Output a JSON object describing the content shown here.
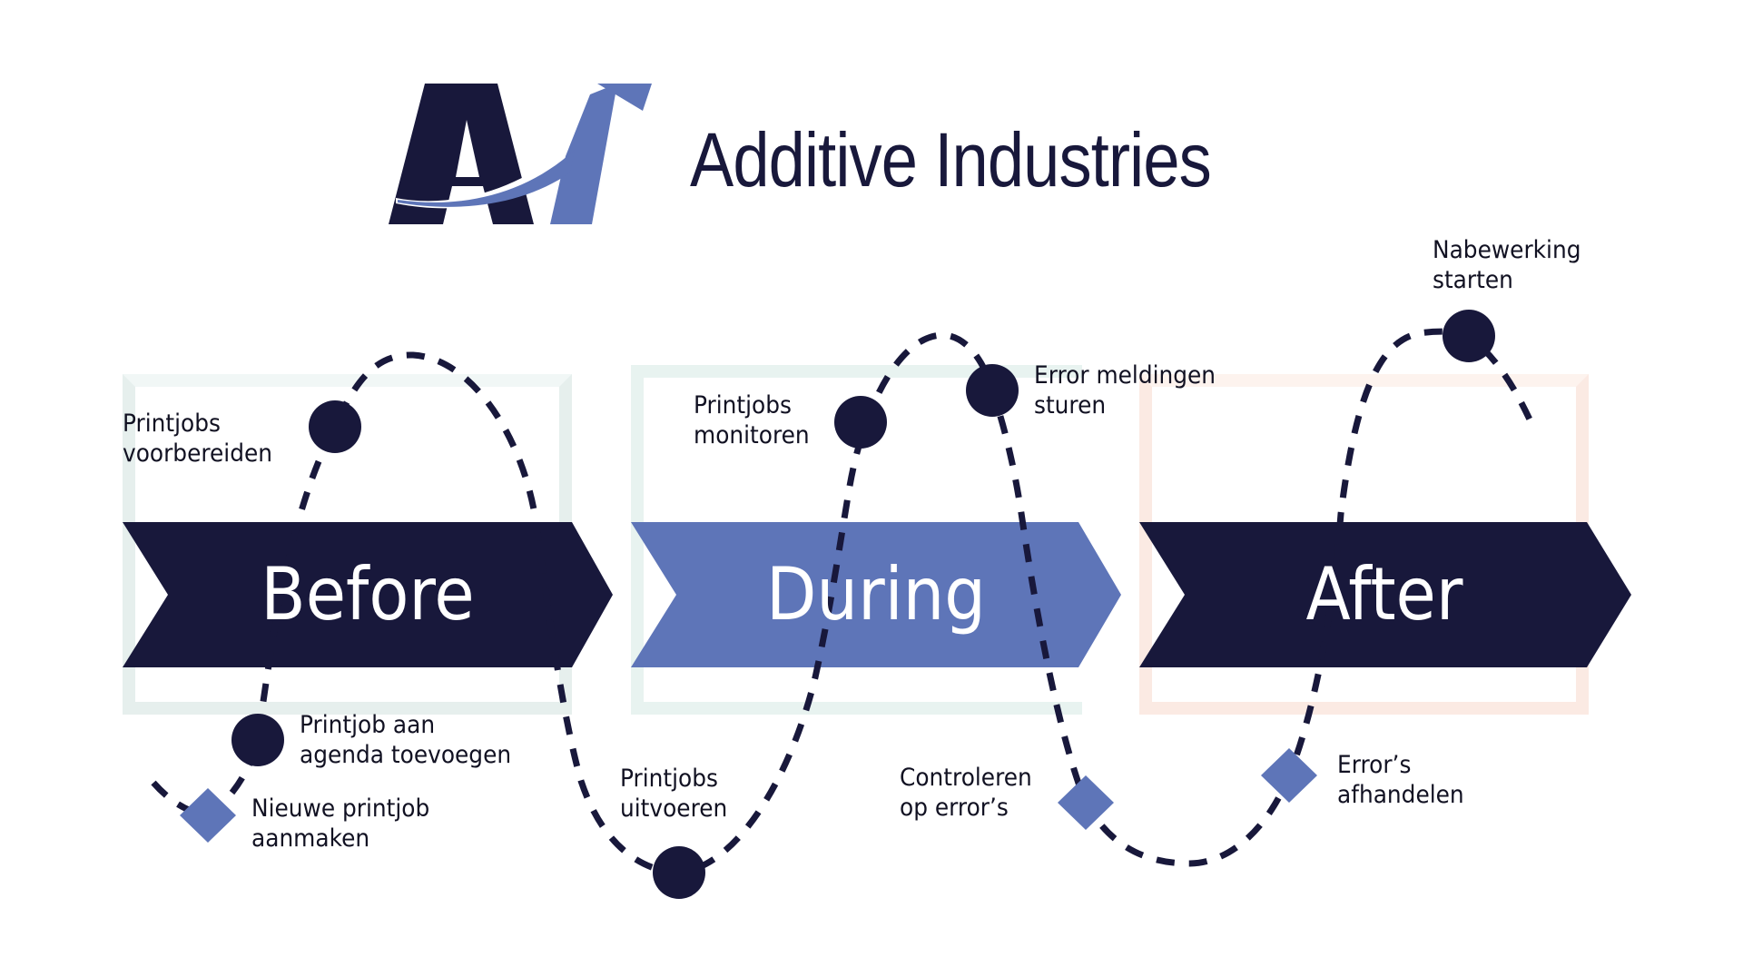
{
  "brand": {
    "name": "Additive Industries",
    "logo_icon": "ai-monogram-logo",
    "colors": {
      "navy": "#18183b",
      "blue": "#5e75b8"
    }
  },
  "phases": [
    {
      "label": "Before",
      "color": "#18183b",
      "background_tint": "#e8f1ef"
    },
    {
      "label": "During",
      "color": "#5e75b8",
      "background_tint": "#e9f4f1"
    },
    {
      "label": "After",
      "color": "#18183b",
      "background_tint": "#fbebe4"
    }
  ],
  "steps": [
    {
      "label": "Nieuwe printjob\naanmaken",
      "marker": "diamond",
      "phase": "Before",
      "position": "below"
    },
    {
      "label": "Printjob aan\nagenda toevoegen",
      "marker": "circle",
      "phase": "Before",
      "position": "below"
    },
    {
      "label": "Printjobs\nvoorbereiden",
      "marker": "circle",
      "phase": "Before",
      "position": "above"
    },
    {
      "label": "Printjobs\nuitvoeren",
      "marker": "circle",
      "phase": "Before",
      "position": "below"
    },
    {
      "label": "Printjobs\nmonitoren",
      "marker": "circle",
      "phase": "During",
      "position": "above"
    },
    {
      "label": "Error meldingen\nsturen",
      "marker": "circle",
      "phase": "During",
      "position": "above"
    },
    {
      "label": "Controleren\nop error’s",
      "marker": "diamond",
      "phase": "During",
      "position": "below"
    },
    {
      "label": "Error’s\nafhandelen",
      "marker": "diamond",
      "phase": "After",
      "position": "below"
    },
    {
      "label": "Nabewerking\nstarten",
      "marker": "circle",
      "phase": "After",
      "position": "above"
    }
  ],
  "legend_markers": {
    "circle": {
      "color": "#18183b"
    },
    "diamond": {
      "color": "#5e75b8"
    }
  },
  "path_style": {
    "color": "#18183b",
    "line": "dashed"
  }
}
